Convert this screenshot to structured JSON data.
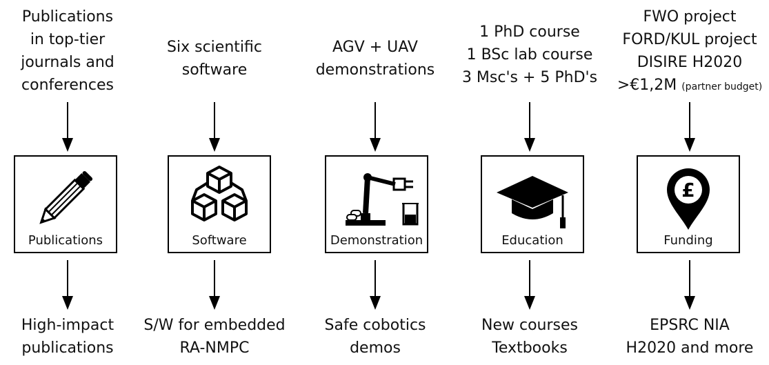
{
  "columns": [
    {
      "top_lines": [
        "Publications",
        "in top-tier",
        "journals and",
        "conferences"
      ],
      "box_label": "Publications",
      "icon": "pencil-icon",
      "bottom_lines": [
        "High-impact",
        "publications"
      ]
    },
    {
      "top_lines": [
        "Six scientific",
        "software"
      ],
      "box_label": "Software",
      "icon": "cubes-icon",
      "bottom_lines": [
        "S/W for embedded",
        "RA-NMPC"
      ]
    },
    {
      "top_lines": [
        "AGV + UAV",
        "demonstrations"
      ],
      "box_label": "Demonstration",
      "icon": "robot-arm-icon",
      "bottom_lines": [
        "Safe cobotics",
        "demos"
      ]
    },
    {
      "top_lines": [
        "1 PhD course",
        "1 BSc lab course",
        "3 Msc's + 5 PhD's"
      ],
      "box_label": "Education",
      "icon": "graduation-cap-icon",
      "bottom_lines": [
        "New courses",
        "Textbooks"
      ]
    },
    {
      "top_lines": [
        "FWO project",
        "FORD/KUL project",
        "DISIRE H2020"
      ],
      "top_last_main": ">€1,2M",
      "top_last_small": "(partner budget)",
      "box_label": "Funding",
      "icon": "pound-pin-icon",
      "bottom_lines": [
        "EPSRC NIA",
        "H2020 and more"
      ]
    }
  ]
}
